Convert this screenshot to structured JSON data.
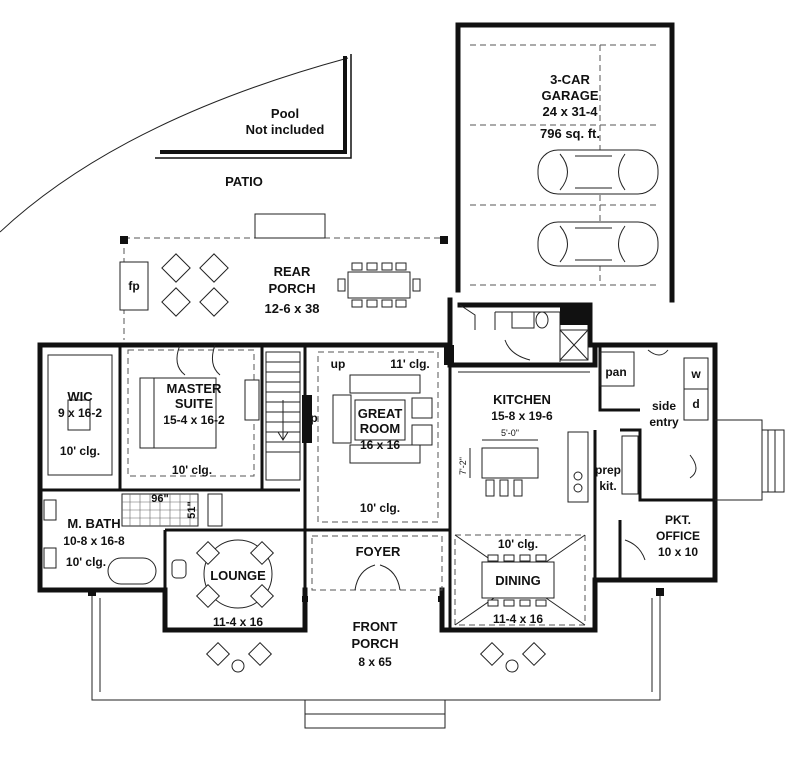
{
  "rooms": {
    "garage": {
      "name_line1": "3-CAR",
      "name_line2": "GARAGE",
      "size": "24 x 31-4",
      "area": "796 sq. ft."
    },
    "pool": {
      "line1": "Pool",
      "line2": "Not included"
    },
    "patio": {
      "name": "PATIO"
    },
    "rear_porch": {
      "name": "REAR",
      "name_line2": "PORCH",
      "size": "12-6 x 38",
      "fp": "fp"
    },
    "wic": {
      "name": "WIC",
      "size": "9 x 16-2",
      "ceiling": "10' clg."
    },
    "master_suite": {
      "name": "MASTER",
      "name_line2": "SUITE",
      "size": "15-4 x 16-2",
      "ceiling": "10' clg."
    },
    "great_room": {
      "name": "GREAT",
      "name_line2": "ROOM",
      "size": "16 x 16",
      "ceiling_top": "11' clg.",
      "ceiling": "10' clg.",
      "fp": "fp",
      "stair": "up"
    },
    "kitchen": {
      "name": "KITCHEN",
      "size": "15-8 x 19-6",
      "island_w": "5'-0\"",
      "island_d": "7'-2\""
    },
    "pantry": {
      "name": "pan"
    },
    "side_entry": {
      "line1": "side",
      "line2": "entry",
      "washer": "w",
      "dryer": "d"
    },
    "prep_kitchen": {
      "line1": "prep",
      "line2": "kit."
    },
    "pocket_office": {
      "line1": "PKT.",
      "line2": "OFFICE",
      "size": "10 x 10"
    },
    "master_bath": {
      "name": "M. BATH",
      "size": "10-8 x 16-8",
      "ceiling": "10' clg.",
      "shower_w": "96\"",
      "shower_d": "51\""
    },
    "lounge": {
      "name": "LOUNGE",
      "size": "11-4 x 16"
    },
    "foyer": {
      "name": "FOYER"
    },
    "dining": {
      "name": "DINING",
      "size": "11-4 x 16",
      "ceiling": "10' clg."
    },
    "front_porch": {
      "name": "FRONT",
      "name_line2": "PORCH",
      "size": "8 x 65"
    }
  }
}
